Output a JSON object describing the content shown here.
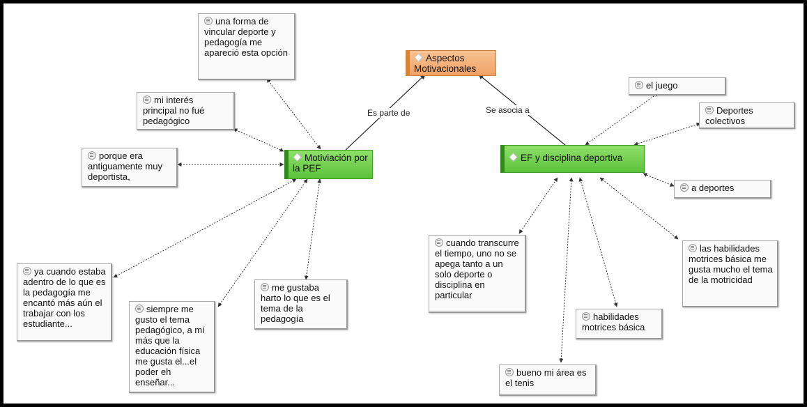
{
  "codes": {
    "aspectos": "Aspectos Motivacionales",
    "motivacion": "Motiviación por la PEF",
    "ef": "EF y disciplina deportiva"
  },
  "relations": {
    "es_parte_de": "Es parte de",
    "se_asocia_a": "Se asocia a"
  },
  "quotes": {
    "una_forma": "una forma de vincular deporte y pedagogía me apareció esta opción",
    "mi_interes": "mi interés principal no fué pedagógico",
    "porque_era": "porque era antiguamente muy deportista,",
    "ya_cuando": "ya cuando estaba adentro de lo que es la pedagogía me encantó más aún el trabajar con los estudiante...",
    "siempre_me": "siempre me gusto el tema pedagógico, a mí más que la educación física me gusta el...el poder eh enseñar...",
    "me_gustaba": "me gustaba harto lo que es el tema de la pedagogía",
    "el_juego": "el juego",
    "deportes_colectivos": "Deportes colectivos",
    "a_deportes": "a deportes",
    "cuando_transcurre": "cuando transcurre el tiempo, uno no se apega tanto a un solo deporte o disciplina en particular",
    "las_habilidades": "las habilidades motrices básica me gusta mucho el tema de la motricidad",
    "habilidades_motrices": "habilidades motrices básica",
    "bueno_mi_area": "bueno mi área es el tenis"
  },
  "colors": {
    "code_green": "#6fd24a",
    "code_orange": "#f4b07a"
  },
  "icons": {
    "quote": "quotation-icon",
    "code": "code-diamond-icon"
  }
}
